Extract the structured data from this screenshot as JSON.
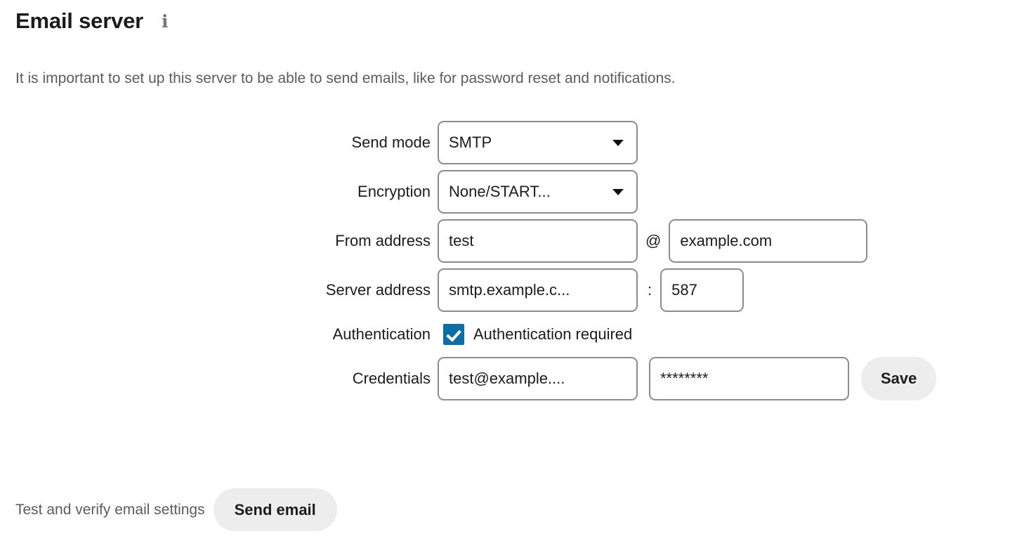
{
  "header": {
    "title": "Email server",
    "info_icon": "info-icon",
    "description": "It is important to set up this server to be able to send emails, like for password reset and notifications."
  },
  "form": {
    "send_mode": {
      "label": "Send mode",
      "value": "SMTP",
      "caret_icon": "chevron-down-icon"
    },
    "encryption": {
      "label": "Encryption",
      "value": "None/START...",
      "caret_icon": "chevron-down-icon"
    },
    "from_address": {
      "label": "From address",
      "user": "test",
      "separator": "@",
      "domain": "example.com"
    },
    "server_address": {
      "label": "Server address",
      "host": "smtp.example.c...",
      "separator": ":",
      "port": "587"
    },
    "authentication": {
      "label": "Authentication",
      "checkbox_label": "Authentication required",
      "checked": true
    },
    "credentials": {
      "label": "Credentials",
      "username": "test@example....",
      "password": "********",
      "save_label": "Save"
    }
  },
  "test": {
    "label": "Test and verify email settings",
    "button_label": "Send email"
  },
  "colors": {
    "accent": "#0c6ea9",
    "text": "#1c1c1c",
    "muted_text": "#5c5c5c",
    "border": "#8c8c8c",
    "button_bg": "#ededed",
    "background": "#ffffff"
  }
}
